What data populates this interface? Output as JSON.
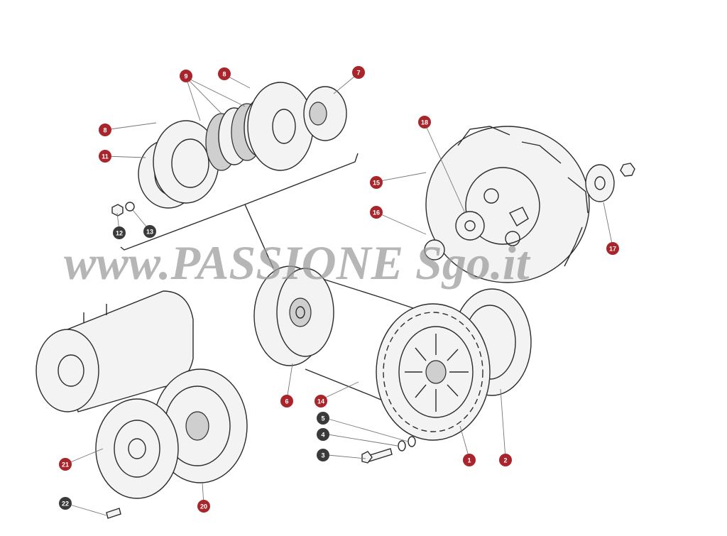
{
  "watermark": "www.PASSIONE Sgo.it",
  "colors": {
    "callout_red": "#a8262b",
    "callout_dark": "#3a3a3a",
    "line": "#2b2b2b"
  },
  "callouts": {
    "c1": "1",
    "c2": "2",
    "c3": "3",
    "c4": "4",
    "c5": "5",
    "c6": "6",
    "c7": "7",
    "c8a": "8",
    "c8b": "8",
    "c9": "9",
    "c11": "11",
    "c12": "12",
    "c13": "13",
    "c14": "14",
    "c15": "15",
    "c16": "16",
    "c17": "17",
    "c18": "18",
    "c20": "20",
    "c21": "21",
    "c22": "22"
  }
}
